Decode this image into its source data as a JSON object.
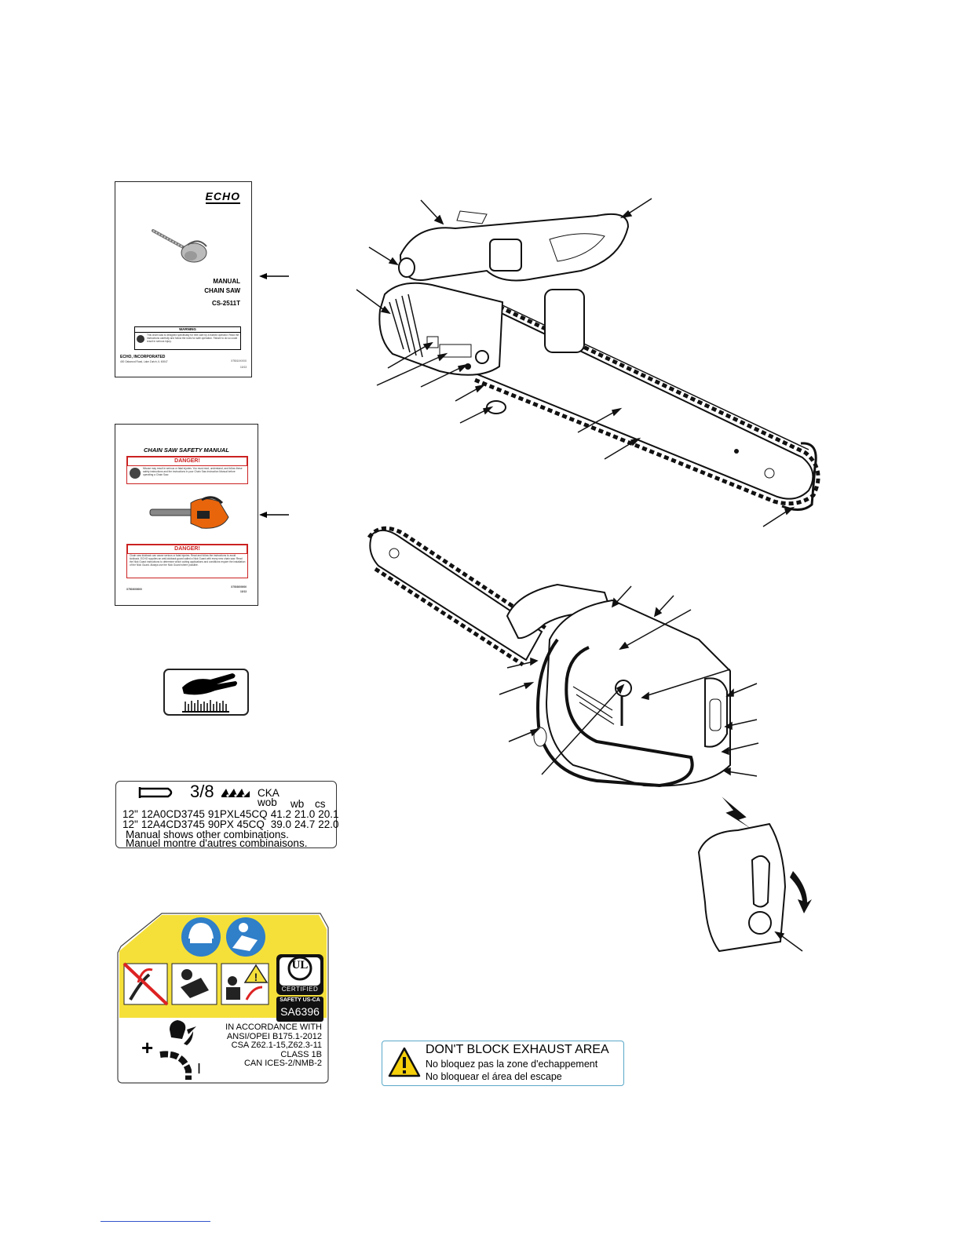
{
  "operator_manual": {
    "brand": "ECHO",
    "title_line1": "MANUAL",
    "title_line2": "CHAIN SAW",
    "model": "CS-2511T",
    "warning_title": "WARNING",
    "warning_text": "This chain saw is designed specifically for tree care by a trained operator. Read the instructions carefully and follow the rules for safe operation. Failure to do so could result in serious injury.",
    "company": "ECHO, INCORPORATED",
    "company_address": "400 Oakwood Road, Lake Zurich, IL 60047",
    "part_number": "X7501XXXXX",
    "date_code": "10/13"
  },
  "safety_manual": {
    "title": "CHAIN SAW SAFETY MANUAL",
    "danger1_title": "DANGER!",
    "danger1_text": "Misuse may result in serious or fatal injuries. You must read, understand, and follow these safety instructions and the instructions in your Chain Saw Instruction Manual before operating a Chain Saw.",
    "danger2_title": "DANGER!",
    "danger2_text": "Chain saw kickback can cause serious or fatal injuries. Read and follow the instructions to avoid kickback. ECHO supplies an anti-kickback guard called a Nick Guard with every new chain saw. Read the Nick Guard instructions to determine which cutting applications and conditions require the installation of the Nick Guard. Always use the Nick Guard where possible.",
    "part_left": "X7503000000",
    "part_right": "X7503000000",
    "date": "10/13"
  },
  "hot_surface_label": {
    "icon": "hot-surface-hand-icon"
  },
  "bar_chain_label": {
    "pitch": "3/8",
    "headers": [
      "CKA",
      "wob",
      "wb",
      "cs"
    ],
    "rows": [
      [
        "12\"",
        "12A0CD3745",
        "91PXL45CQ",
        "41.2",
        "21.0",
        "20.1"
      ],
      [
        "12\"",
        "12A4CD3745",
        "90PX 45CQ",
        "39.0",
        "24.7",
        "22.0"
      ]
    ],
    "note_en": "Manual shows other combinations.",
    "note_fr": "Manuel montre d'autres combinaisons."
  },
  "safety_decal": {
    "ul_mark": "UL",
    "ul_certified": "CERTIFIED",
    "ul_safety": "SAFETY US-CA",
    "ul_number": "SA6396",
    "accordance_lines": [
      "IN ACCORDANCE WITH",
      "ANSI/OPEI B175.1-2012",
      "CSA Z62.1-15,Z62.3-11",
      "CLASS 1B",
      "CAN ICES-2/NMB-2"
    ],
    "plus": "+",
    "minus": "I",
    "colors": {
      "yellow": "#f5e03a",
      "blue": "#2f7fc9",
      "red": "#d22"
    }
  },
  "exhaust_label": {
    "en": "DON'T BLOCK EXHAUST AREA",
    "fr": "No bloquez pas la zone d'echappement",
    "es": "No bloquear el área del escape"
  }
}
